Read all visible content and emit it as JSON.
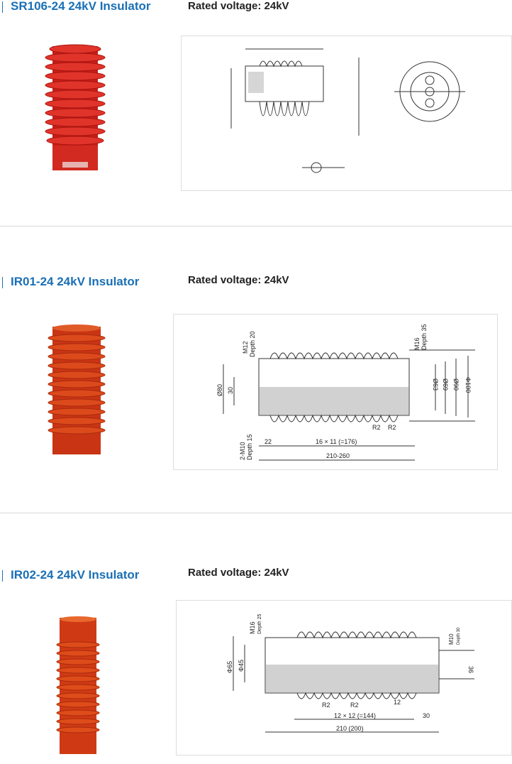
{
  "products": [
    {
      "title": "SR106-24 24kV Insulator",
      "voltage": "Rated voltage: 24kV"
    },
    {
      "title": "IR01-24 24kV Insulator",
      "voltage": "Rated voltage: 24kV",
      "drawing_labels": {
        "m12": "M12",
        "depth20": "Depth 20",
        "m16": "M16",
        "depth35": "Depth 35",
        "d80": "Ø80",
        "d30": "30",
        "d63": "Ø63",
        "d69": "Ø69",
        "d90": "Ø90",
        "d100": "Φ100",
        "m10": "2-M10",
        "depth15": "Depth 15",
        "r2a": "R2",
        "r2b": "R2",
        "l22": "22",
        "pitch": "16 × 11  (=176)",
        "len": "210-260"
      }
    },
    {
      "title": "IR02-24 24kV Insulator",
      "voltage": "Rated voltage: 24kV",
      "drawing_labels": {
        "m16": "M16",
        "depth25": "Depth 25",
        "d65": "Φ65",
        "d45": "Φ45",
        "m10": "M10",
        "depth30": "Depth 30",
        "d36": "36",
        "r2a": "R2",
        "r2b": "R2",
        "l12": "12",
        "pitch": "12 × 12  (=144)",
        "l30": "30",
        "len": "210  (200)"
      }
    }
  ],
  "colors": {
    "title": "#1a6fb5",
    "insulator_red": "#d8281c",
    "insulator_orange": "#d9461a"
  }
}
